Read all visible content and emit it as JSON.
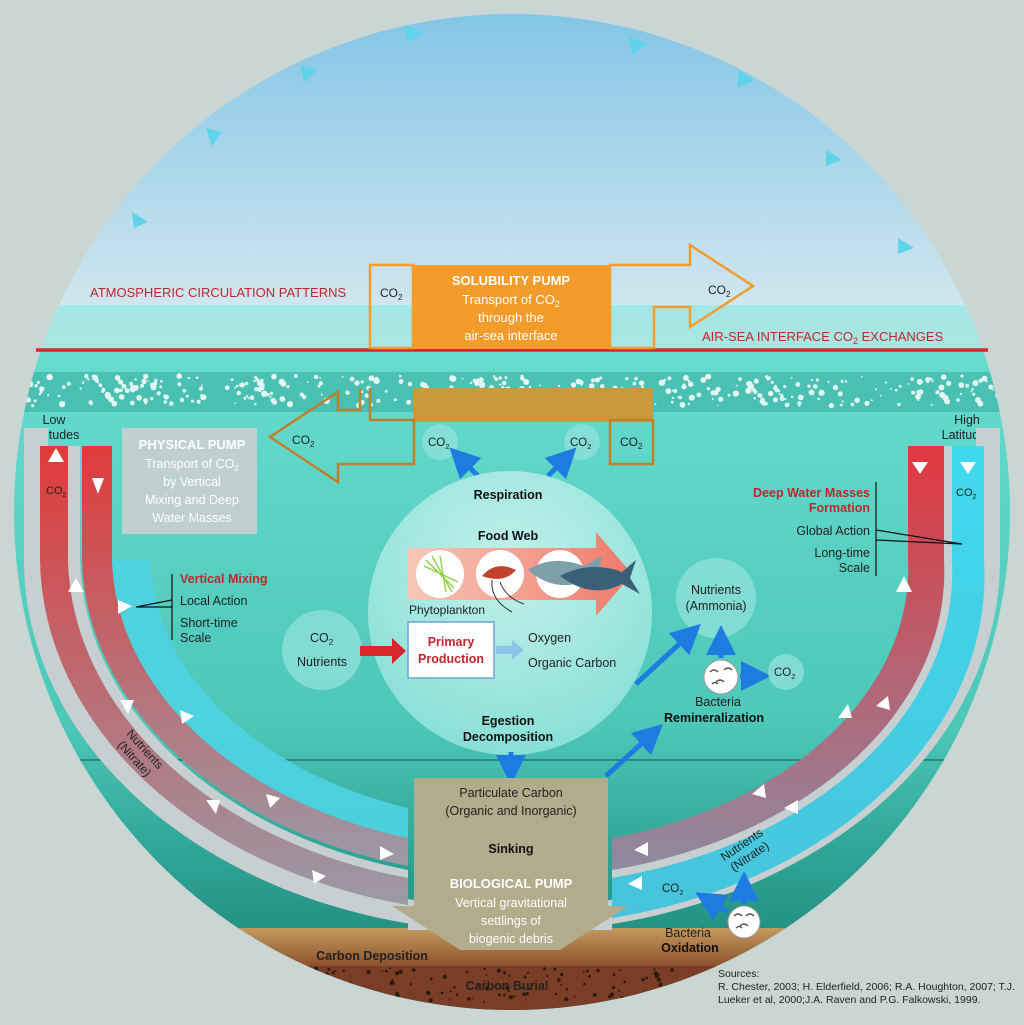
{
  "atmosphere": {
    "circulation_label": "ATMOSPHERIC CIRCULATION PATTERNS",
    "interface_label_pre": "AIR-SEA INTERFACE CO",
    "interface_label_sub": "2",
    "interface_label_post": " EXCHANGES"
  },
  "co2": {
    "main": "CO",
    "sub": "2"
  },
  "solubility": {
    "title": "SOLUBILITY PUMP",
    "line1_pre": "Transport of CO",
    "line1_sub": "2",
    "line2": "through the",
    "line3": "air-sea interface"
  },
  "physical": {
    "title": "PHYSICAL PUMP",
    "line1_pre": "Transport of CO",
    "line1_sub": "2",
    "line2": "by Vertical",
    "line3": "Mixing and Deep",
    "line4": "Water Masses"
  },
  "latitudes": {
    "low1": "Low",
    "low2": "Latitudes",
    "high1": "High",
    "high2": "Latitudes"
  },
  "vertical_mixing": {
    "title": "Vertical Mixing",
    "line1": "Local Action",
    "line2": "Short-time",
    "line3": "Scale"
  },
  "deep_water": {
    "title1": "Deep Water Masses",
    "title2": "Formation",
    "line1": "Global Action",
    "line2": "Long-time",
    "line3": "Scale"
  },
  "foodweb": {
    "respiration": "Respiration",
    "title": "Food Web",
    "phytoplankton": "Phytoplankton",
    "nutrients": "Nutrients",
    "primary1": "Primary",
    "primary2": "Production",
    "oxygen": "Oxygen",
    "organic_carbon": "Organic Carbon",
    "egestion": "Egestion",
    "decomposition": "Decomposition"
  },
  "remineral": {
    "nutrients1": "Nutrients",
    "nutrients2": "(Ammonia)",
    "bacteria": "Bacteria",
    "title": "Remineralization"
  },
  "biological": {
    "particulate1": "Particulate Carbon",
    "particulate2": "(Organic and Inorganic)",
    "sinking": "Sinking",
    "title": "BIOLOGICAL PUMP",
    "line1": "Vertical gravitational",
    "line2": "settlings of",
    "line3": "biogenic debris"
  },
  "left_arc": {
    "nutrients1": "Nutrients",
    "nutrients2": "(Nitrate)"
  },
  "right_arc": {
    "nutrients1": "Nutrients",
    "nutrients2": "(Nitrate)",
    "bacteria": "Bacteria",
    "oxidation": "Oxidation"
  },
  "seafloor": {
    "deposition": "Carbon Deposition",
    "burial": "Carbon Burial"
  },
  "sources": {
    "title": "Sources:",
    "line1": "R. Chester, 2003; H. Elderfield, 2006; R.A. Houghton, 2007; T.J.",
    "line2": "Lueker et al, 2000;J.A. Raven and P.G. Falkowski, 1999."
  },
  "colors": {
    "background": "#c9d6d4",
    "ocean": "#5fd6cc",
    "deep_ocean": "#1f8a7c",
    "interface_red": "#d9262b",
    "solubility_orange": "#f39c2b",
    "label_red": "#c0272d",
    "cold_cyan": "#3ed3e8",
    "warm_red": "#d9373c",
    "arrow_blue": "#1e7be0",
    "sediment": "#a8703b"
  }
}
